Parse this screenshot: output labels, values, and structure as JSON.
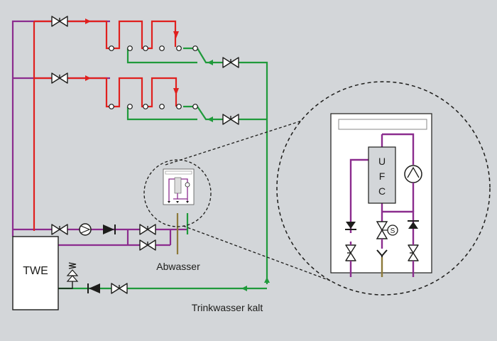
{
  "diagram": {
    "twe_label": "TWE",
    "abwasser_label": "Abwasser",
    "trinkwasser_label": "Trinkwasser kalt",
    "ufc_letters": [
      "U",
      "F",
      "C"
    ],
    "s_mark": "S",
    "colors": {
      "background": "#d3d6d9",
      "hot_supply": "#e0201e",
      "circulation": "#8b2c8e",
      "cold": "#1f9a3b",
      "waste": "#8d7a3a",
      "component_fill": "#ffffff",
      "line_dark": "#1d1d1b"
    }
  }
}
